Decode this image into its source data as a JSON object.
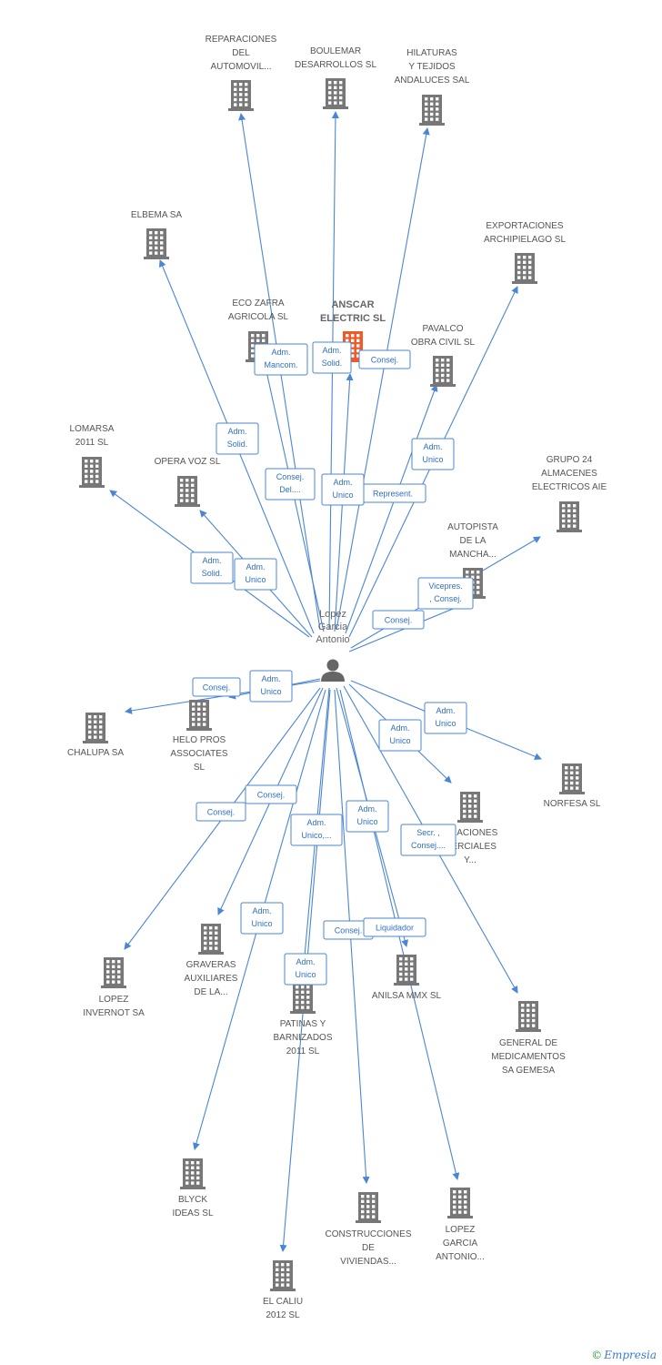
{
  "person": {
    "label_lines": [
      "Lopez",
      "Garcia",
      "Antonio"
    ],
    "icon": "person-icon"
  },
  "footer": {
    "copyright": "©",
    "brand": "Empresia"
  },
  "colors": {
    "edge": "#4a86d4",
    "building": "#777777",
    "focus_building": "#f05a28",
    "label": "#555555"
  },
  "nodes": [
    {
      "id": "reparaciones",
      "lines": [
        "REPARACIONES",
        "DEL",
        "AUTOMOVIL..."
      ],
      "icon": "building-icon"
    },
    {
      "id": "boulemar",
      "lines": [
        "BOULEMAR",
        "DESARROLLOS SL"
      ],
      "icon": "building-icon"
    },
    {
      "id": "hilaturas",
      "lines": [
        "HILATURAS",
        "Y TEJIDOS",
        "ANDALUCES SAL"
      ],
      "icon": "building-icon"
    },
    {
      "id": "elbema",
      "lines": [
        "ELBEMA SA"
      ],
      "icon": "building-icon"
    },
    {
      "id": "exportaciones",
      "lines": [
        "EXPORTACIONES",
        "ARCHIPIELAGO SL"
      ],
      "icon": "building-icon"
    },
    {
      "id": "ecozafra",
      "lines": [
        "ECO ZAFRA",
        "AGRICOLA SL"
      ],
      "icon": "building-icon"
    },
    {
      "id": "anscar",
      "lines": [
        "ANSCAR",
        "ELECTRIC SL"
      ],
      "icon": "building-icon",
      "focus": true
    },
    {
      "id": "pavalco",
      "lines": [
        "PAVALCO",
        "OBRA CIVIL  SL"
      ],
      "icon": "building-icon"
    },
    {
      "id": "lomarsa",
      "lines": [
        "LOMARSA",
        "2011 SL"
      ],
      "icon": "building-icon"
    },
    {
      "id": "operavoz",
      "lines": [
        "OPERA VOZ SL"
      ],
      "icon": "building-icon"
    },
    {
      "id": "grupo24",
      "lines": [
        "GRUPO 24",
        "ALMACENES",
        "ELECTRICOS AIE"
      ],
      "icon": "building-icon"
    },
    {
      "id": "autopista",
      "lines": [
        "AUTOPISTA",
        "DE LA",
        "MANCHA..."
      ],
      "icon": "building-icon"
    },
    {
      "id": "chalupa",
      "lines": [
        "CHALUPA SA"
      ],
      "icon": "building-icon"
    },
    {
      "id": "helopros",
      "lines": [
        "HELO PROS",
        "ASSOCIATES",
        "SL"
      ],
      "icon": "building-icon"
    },
    {
      "id": "norfesa",
      "lines": [
        "NORFESA SL"
      ],
      "icon": "building-icon"
    },
    {
      "id": "operaciones",
      "lines": [
        "...RACIONES",
        "...ERCIALES",
        "Y..."
      ],
      "icon": "building-icon"
    },
    {
      "id": "lopezinvernot",
      "lines": [
        "LOPEZ",
        "INVERNOT SA"
      ],
      "icon": "building-icon"
    },
    {
      "id": "graveras",
      "lines": [
        "GRAVERAS",
        "AUXILIARES",
        "DE LA..."
      ],
      "icon": "building-icon"
    },
    {
      "id": "patinas",
      "lines": [
        "PATINAS Y",
        "BARNIZADOS",
        "2011 SL"
      ],
      "icon": "building-icon"
    },
    {
      "id": "anilsa",
      "lines": [
        "ANILSA MMX SL"
      ],
      "icon": "building-icon"
    },
    {
      "id": "generalmed",
      "lines": [
        "GENERAL DE",
        "MEDICAMENTOS",
        "SA GEMESA"
      ],
      "icon": "building-icon"
    },
    {
      "id": "blyck",
      "lines": [
        "BLYCK",
        "IDEAS SL"
      ],
      "icon": "building-icon"
    },
    {
      "id": "construcciones",
      "lines": [
        "CONSTRUCCIONES",
        "DE",
        "VIVIENDAS..."
      ],
      "icon": "building-icon"
    },
    {
      "id": "lopezgarcia",
      "lines": [
        "LOPEZ",
        "GARCIA",
        "ANTONIO..."
      ],
      "icon": "building-icon"
    },
    {
      "id": "elcaliu",
      "lines": [
        "EL CALIU",
        "2012 SL"
      ],
      "icon": "building-icon"
    }
  ],
  "edges": [
    {
      "target": "reparaciones",
      "role": [
        "Consej.",
        "Del...."
      ]
    },
    {
      "target": "boulemar",
      "role": [
        "Adm.",
        "Solid."
      ]
    },
    {
      "target": "hilaturas",
      "role": [
        "Represent."
      ]
    },
    {
      "target": "elbema",
      "role": [
        "Adm.",
        "Solid."
      ]
    },
    {
      "target": "exportaciones",
      "role": [
        "Adm.",
        "Unico"
      ]
    },
    {
      "target": "ecozafra",
      "role": [
        "Adm.",
        "Mancom."
      ]
    },
    {
      "target": "anscar",
      "role": [
        "Adm.",
        "Unico"
      ]
    },
    {
      "target": "pavalco",
      "role": [
        "Consej."
      ]
    },
    {
      "target": "lomarsa",
      "role": [
        "Adm.",
        "Solid."
      ]
    },
    {
      "target": "operavoz",
      "role": [
        "Adm.",
        "Unico"
      ]
    },
    {
      "target": "grupo24",
      "role": [
        "Vicepres.",
        ", Consej."
      ]
    },
    {
      "target": "autopista",
      "role": [
        "Consej."
      ]
    },
    {
      "target": "chalupa",
      "role": [
        "Consej."
      ]
    },
    {
      "target": "helopros",
      "role": [
        "Adm.",
        "Unico"
      ]
    },
    {
      "target": "norfesa",
      "role": [
        "Adm.",
        "Unico"
      ]
    },
    {
      "target": "operaciones",
      "role": [
        "Adm.",
        "Unico"
      ]
    },
    {
      "target": "lopezinvernot",
      "role": [
        "Consej."
      ]
    },
    {
      "target": "graveras",
      "role": [
        "Consej."
      ]
    },
    {
      "target": "patinas",
      "role": [
        "Adm.",
        "Unico,..."
      ]
    },
    {
      "target": "anilsa",
      "role": [
        "Adm.",
        "Unico"
      ]
    },
    {
      "target": "generalmed",
      "role": [
        "Secr. ,",
        "Consej...."
      ]
    },
    {
      "target": "blyck",
      "role": [
        "Adm.",
        "Unico"
      ]
    },
    {
      "target": "construcciones",
      "role": [
        "Consej."
      ]
    },
    {
      "target": "lopezgarcia",
      "role": [
        "Liquidador"
      ]
    },
    {
      "target": "elcaliu",
      "role": [
        "Adm.",
        "Unico"
      ]
    }
  ]
}
